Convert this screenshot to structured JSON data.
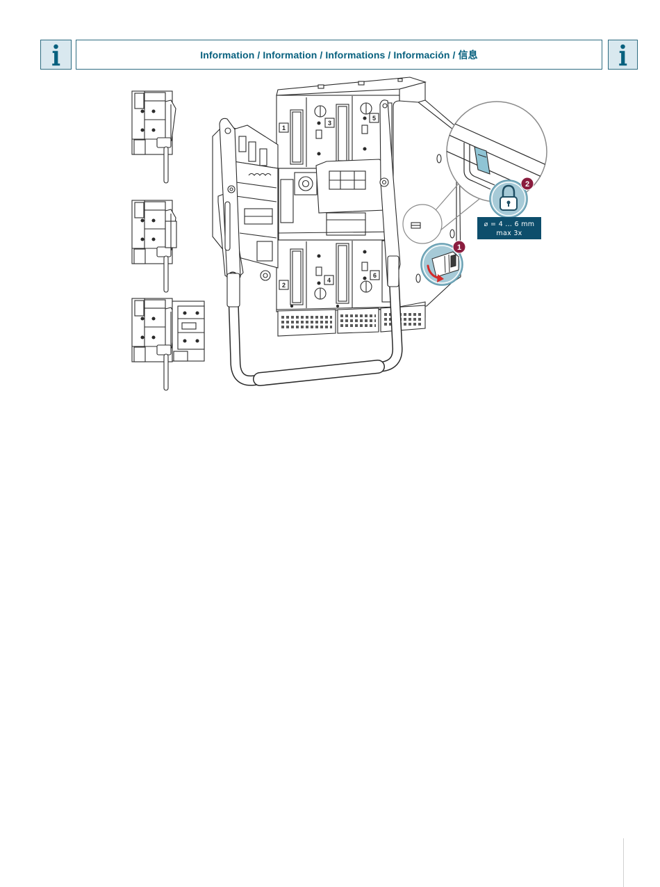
{
  "header": {
    "title": "Information / Information / Informations / Información / 信息",
    "left_icon": "info-icon",
    "right_icon": "info-icon"
  },
  "figure": {
    "top_terminal_numbers": [
      "1",
      "3",
      "5"
    ],
    "bottom_terminal_numbers": [
      "2",
      "4",
      "6"
    ],
    "step_1": {
      "badge": "1",
      "icon": "lever-release-icon"
    },
    "step_2": {
      "badge": "2",
      "icon": "padlock-icon"
    },
    "lock_label": {
      "line1": "⌀ = 4 ... 6 mm",
      "line2": "max 3x"
    }
  },
  "colors": {
    "accent": "#07607e",
    "icon_box_bg": "#d9e8ef",
    "badge": "#8a1c3e",
    "highlight": "#a6cad7",
    "label_bg": "#0d4e6c",
    "arrow": "#d42b2b"
  }
}
